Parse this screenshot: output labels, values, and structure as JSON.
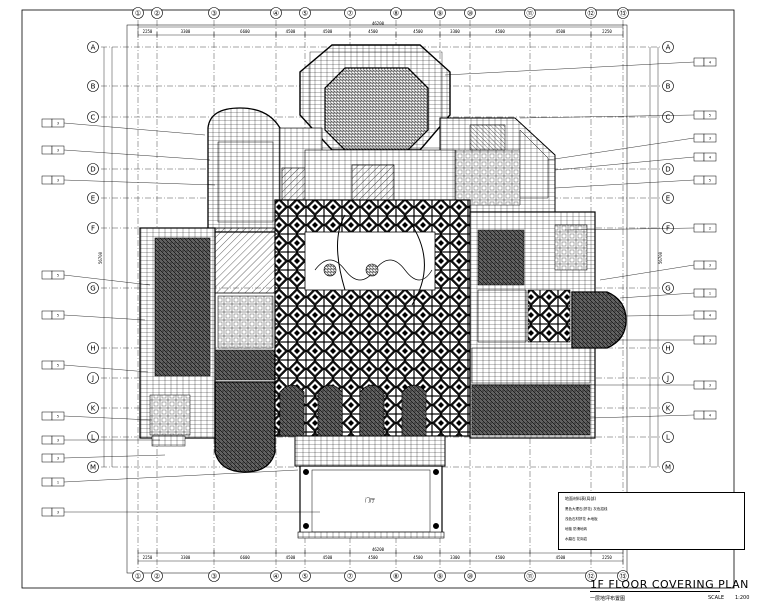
{
  "drawing": {
    "title": "1F FLOOR COVERING PLAN",
    "subtitle": "一层地坪布置图",
    "scale_label": "SCALE",
    "scale_value": "1:200"
  },
  "grid": {
    "columns": [
      "①",
      "②",
      "③",
      "④",
      "⑤",
      "⑦",
      "⑧",
      "⑨",
      "⑩",
      "⑪",
      "⑫",
      "⑬"
    ],
    "rows": [
      "A",
      "B",
      "C",
      "D",
      "E",
      "F",
      "G",
      "H",
      "J",
      "K",
      "L",
      "M"
    ]
  },
  "dimensions": {
    "overall": "46200",
    "side": "56700",
    "spans": [
      "2250",
      "3300",
      "6600",
      "4500",
      "4500",
      "4500",
      "4500",
      "3300",
      "4500",
      "4500",
      "2250"
    ]
  },
  "room_labels": [
    "门厅"
  ],
  "section_tags": {
    "left": [
      "3",
      "3",
      "3",
      "5",
      "5",
      "5",
      "5",
      "3",
      "3",
      "1",
      "3"
    ],
    "right": [
      "4",
      "5",
      "3",
      "4",
      "5",
      "2",
      "3",
      "1",
      "4",
      "3",
      "3",
      "4"
    ]
  },
  "legend": {
    "heading": "地面材料表(局部)",
    "lines": [
      "黑色大理石(拼花)  灰色招线",
      "浅色石材拼花  木地板",
      "地毯  防滑地砖",
      "水磨石  花岗岩"
    ]
  }
}
